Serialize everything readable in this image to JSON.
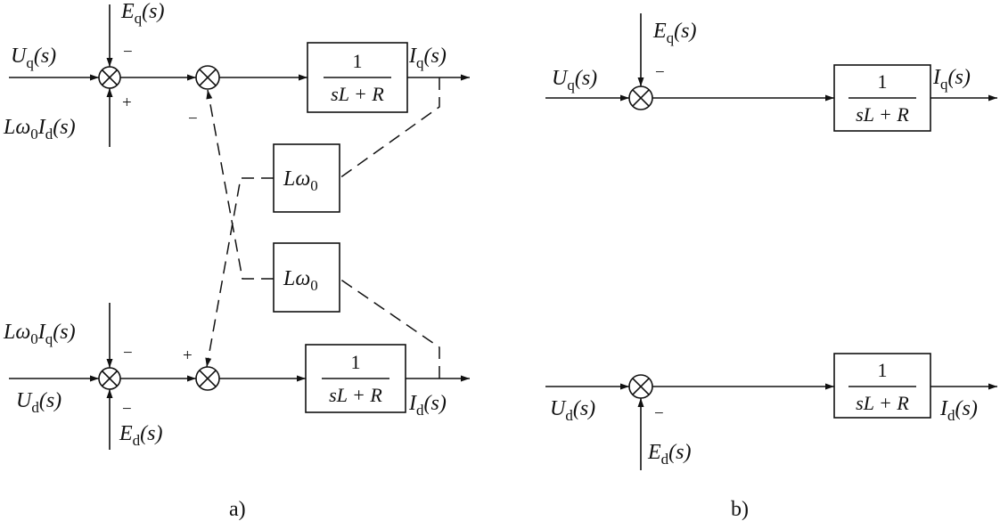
{
  "panel_a": {
    "caption": "a)",
    "inputs": {
      "eq": {
        "main": "E",
        "sub": "q",
        "arg": "(s)"
      },
      "uq": {
        "main": "U",
        "sub": "q",
        "arg": "(s)"
      },
      "lw_id": {
        "pre": "Lω",
        "pre_sub": "0",
        "main": "I",
        "sub": "d",
        "arg": "(s)"
      },
      "lw_iq": {
        "pre": "Lω",
        "pre_sub": "0",
        "main": "I",
        "sub": "q",
        "arg": "(s)"
      },
      "ud": {
        "main": "U",
        "sub": "d",
        "arg": "(s)"
      },
      "ed": {
        "main": "E",
        "sub": "d",
        "arg": "(s)"
      }
    },
    "outputs": {
      "iq": {
        "main": "I",
        "sub": "q",
        "arg": "(s)"
      },
      "id": {
        "main": "I",
        "sub": "d",
        "arg": "(s)"
      }
    },
    "signs": {
      "q1_top": "−",
      "q1_bottom": "+",
      "q2_bottom": "−",
      "d1_top": "−",
      "d1_bottom": "−",
      "d2_top": "+"
    },
    "blocks": {
      "tf_q": {
        "num": "1",
        "den": "sL + R"
      },
      "tf_d": {
        "num": "1",
        "den": "sL + R"
      },
      "lw_top": {
        "main": "Lω",
        "sub": "0"
      },
      "lw_bottom": {
        "main": "Lω",
        "sub": "0"
      }
    }
  },
  "panel_b": {
    "caption": "b)",
    "inputs": {
      "eq": {
        "main": "E",
        "sub": "q",
        "arg": "(s)"
      },
      "uq": {
        "main": "U",
        "sub": "q",
        "arg": "(s)"
      },
      "ud": {
        "main": "U",
        "sub": "d",
        "arg": "(s)"
      },
      "ed": {
        "main": "E",
        "sub": "d",
        "arg": "(s)"
      }
    },
    "outputs": {
      "iq": {
        "main": "I",
        "sub": "q",
        "arg": "(s)"
      },
      "id": {
        "main": "I",
        "sub": "d",
        "arg": "(s)"
      }
    },
    "signs": {
      "q_top": "−",
      "d_bottom": "−"
    },
    "blocks": {
      "tf_q": {
        "num": "1",
        "den": "sL + R"
      },
      "tf_d": {
        "num": "1",
        "den": "sL + R"
      }
    }
  }
}
